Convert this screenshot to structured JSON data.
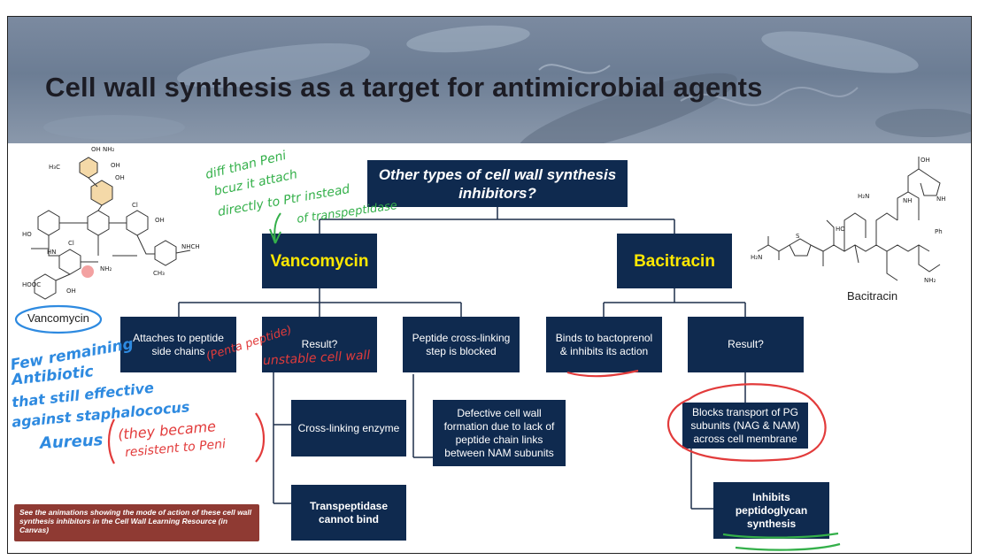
{
  "slide": {
    "title": "Cell wall synthesis as a target for antimicrobial agents"
  },
  "chart": {
    "root": "Other types of cell wall synthesis inhibitors?",
    "vancomycin": {
      "label": "Vancomycin",
      "children": {
        "attaches": "Attaches to peptide side chains",
        "result": "Result?",
        "crosslink_blocked": "Peptide cross-linking step is blocked",
        "crosslink_enzyme": "Cross-linking enzyme",
        "transpeptidase": "Transpeptidase cannot bind",
        "defective": "Defective cell wall formation due to lack of peptide chain links between NAM subunits"
      }
    },
    "bacitracin": {
      "label": "Bacitracin",
      "children": {
        "binds": "Binds to bactoprenol & inhibits its action",
        "result": "Result?",
        "blocks": "Blocks transport of PG subunits (NAG & NAM) across cell membrane",
        "inhibits": "Inhibits peptidoglycan synthesis"
      }
    }
  },
  "labels": {
    "vancomycin_structure": "Vancomycin",
    "bacitracin_structure": "Bacitracin"
  },
  "note": "See the animations showing the mode of action of these cell wall synthesis inhibitors in the Cell Wall Learning Resource (in Canvas)",
  "handwriting": {
    "green_1": "diff than Peni",
    "green_2": "bcuz it attach",
    "green_3": "directly to Ptr instead",
    "green_4": "of transpeptidase",
    "blue_1": "Few remaining",
    "blue_2": "Antibiotic",
    "blue_3": "that still effective",
    "blue_4": "against staphalococus",
    "blue_5": "Aureus",
    "red_1": "(Penta peptide)",
    "red_2": "unstable cell wall",
    "red_3": "(they became",
    "red_4": "resistent to Peni"
  },
  "colors": {
    "box": "#0f2a4f",
    "highlight_text": "#ffe800",
    "note_bg": "#8f3a33",
    "ink_green": "#34b04a",
    "ink_blue": "#2e8ae0",
    "ink_red": "#e23b3b"
  }
}
